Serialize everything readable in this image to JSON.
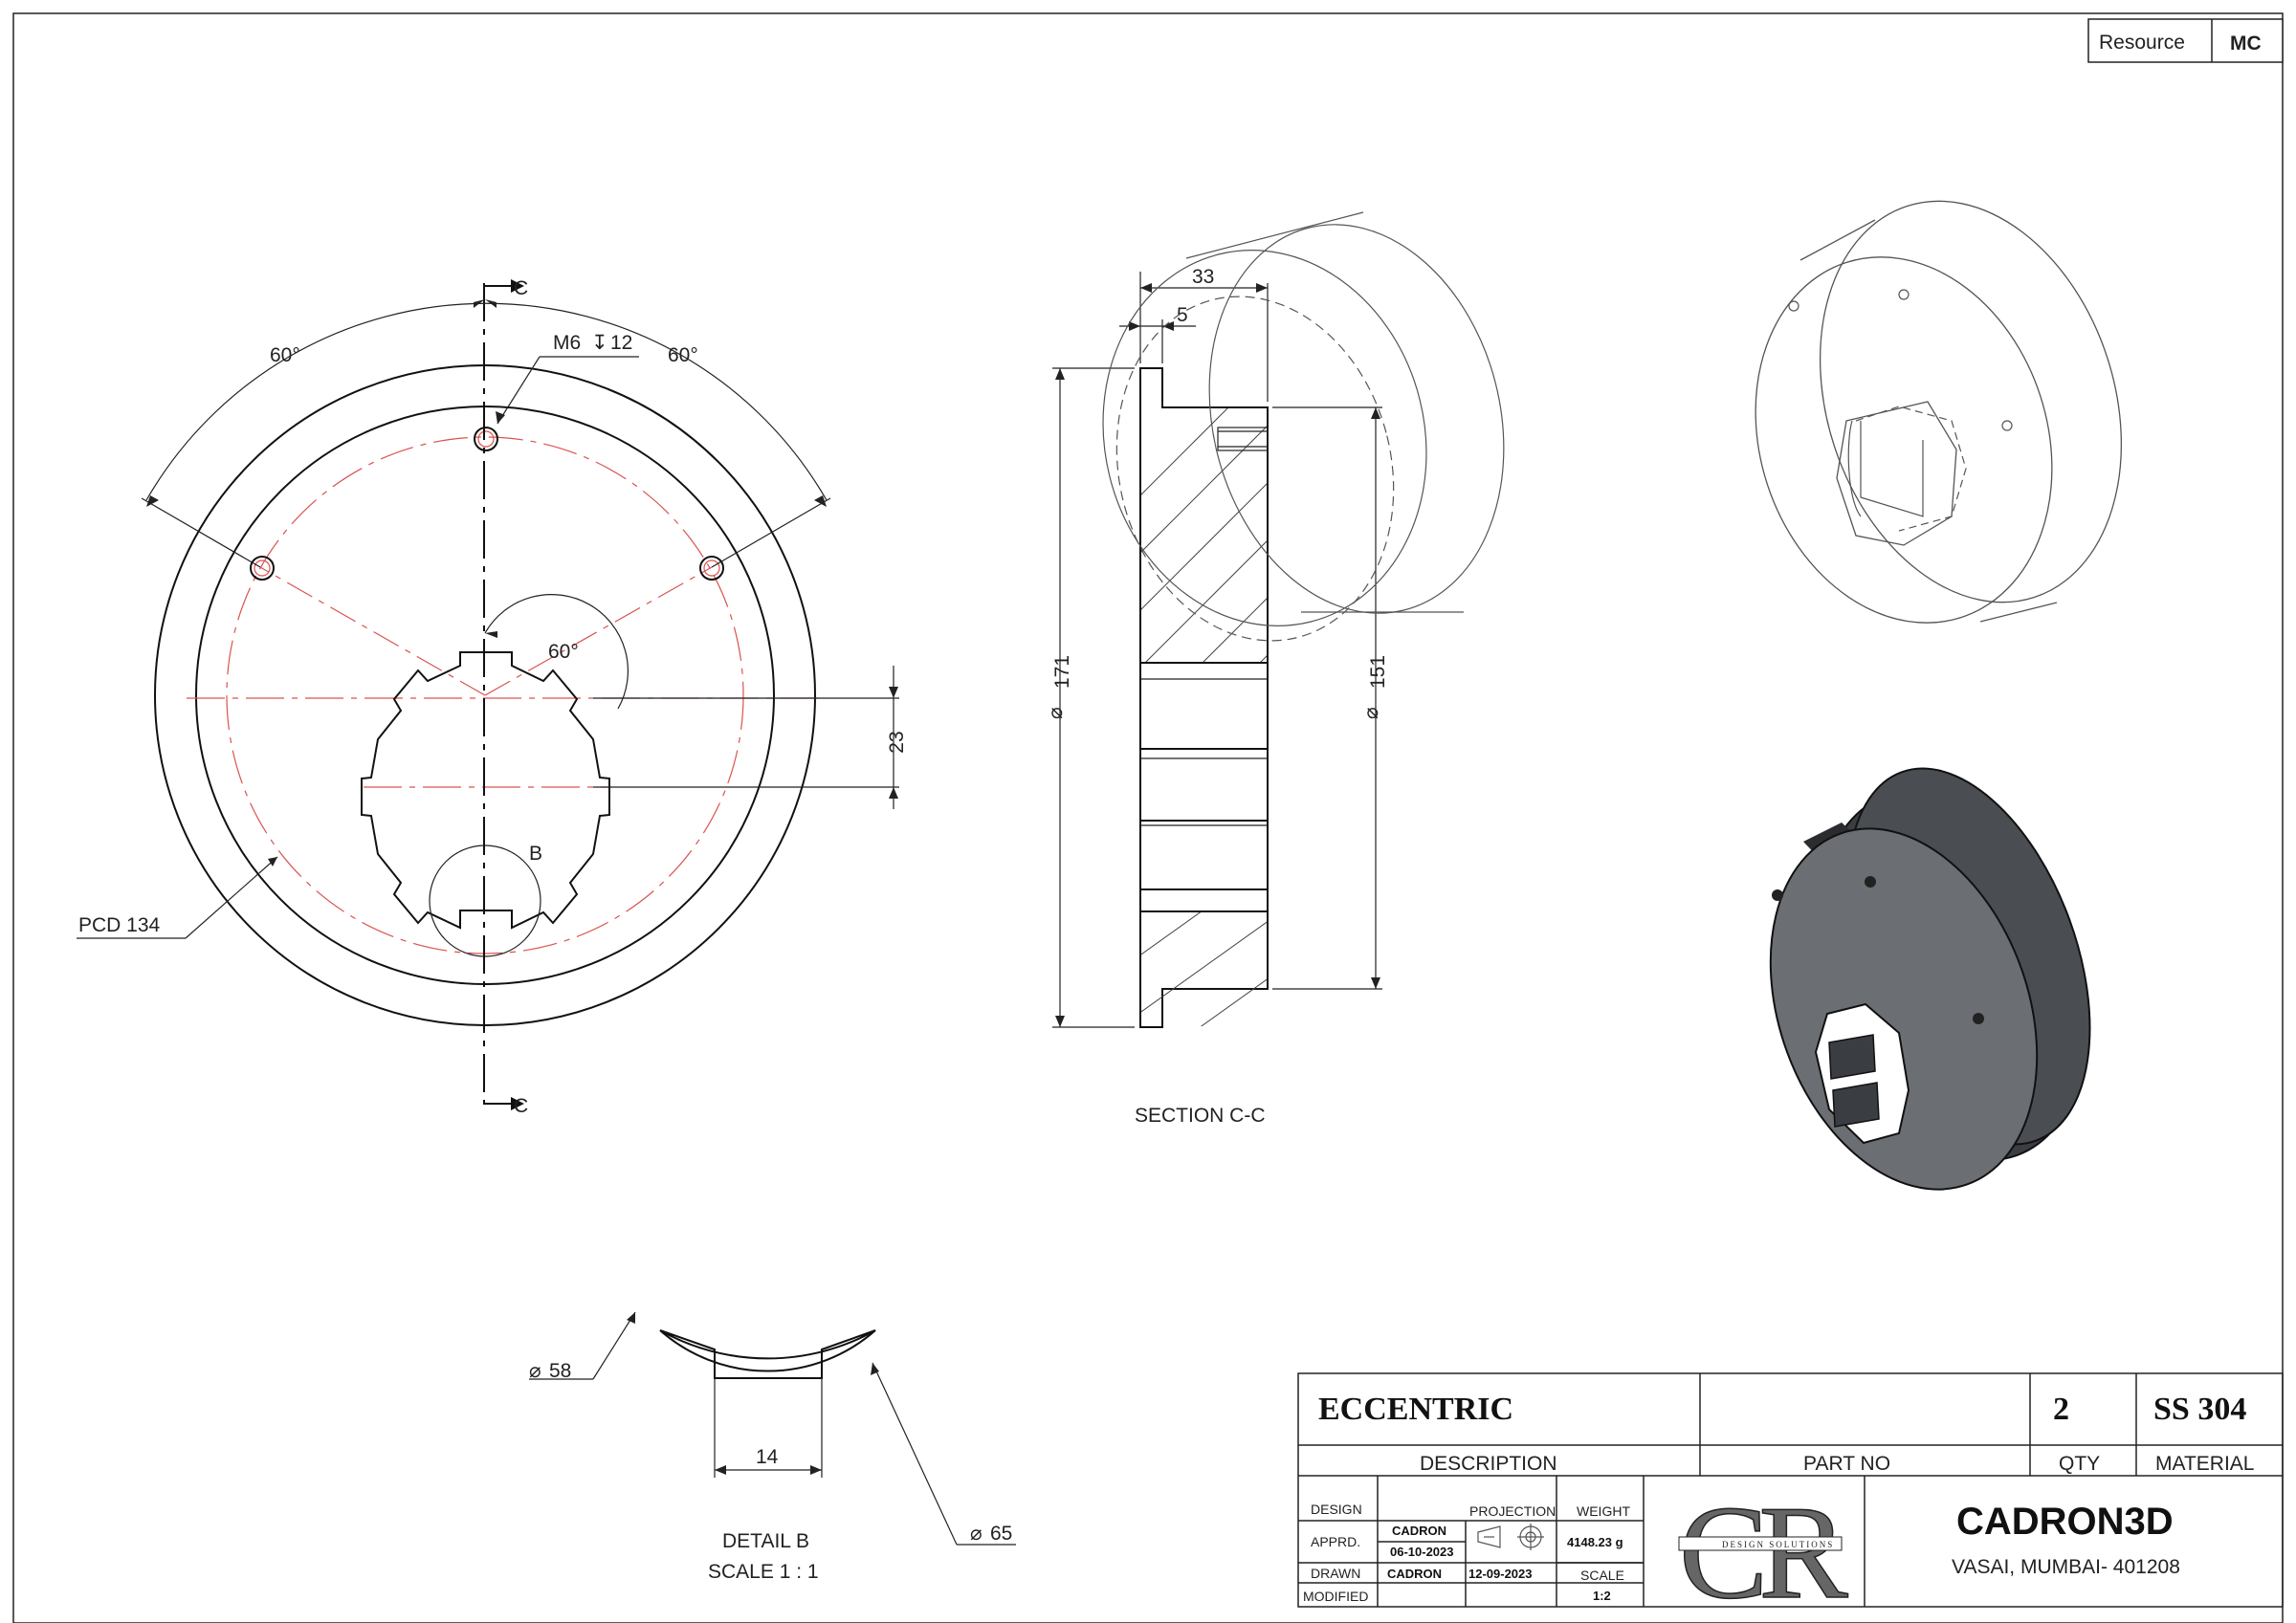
{
  "corner": {
    "resource_label": "Resource",
    "resource_value": "MC"
  },
  "front_view": {
    "angle_left": "60°",
    "angle_right": "60°",
    "angle_inner": "60°",
    "hole_callout": "M6",
    "hole_depth": "12",
    "section_mark_top": "C",
    "section_mark_bottom": "C",
    "dim_23": "23",
    "pcd": "PCD 134",
    "detail_marker": "B"
  },
  "section_view": {
    "dim_33": "33",
    "dim_5": "5",
    "dia_171": "171",
    "dia_151": "151",
    "title": "SECTION C-C"
  },
  "detail_view": {
    "dia_58": "58",
    "dia_65": "65",
    "width_14": "14",
    "title": "DETAIL B",
    "scale": "SCALE 1 : 1"
  },
  "title_block": {
    "part_title": "ECCENTRIC",
    "qty_value": "2",
    "material_value": "SS 304",
    "description_label": "DESCRIPTION",
    "part_no_label": "PART NO",
    "qty_label": "QTY",
    "material_label": "MATERIAL",
    "design_label": "DESIGN",
    "apprd_label": "APPRD.",
    "drawn_label": "DRAWN",
    "modified_label": "MODIFIED",
    "design_by": "CADRON",
    "apprd_date": "06-10-2023",
    "drawn_by": "CADRON",
    "drawn_date": "12-09-2023",
    "projection_label": "PROJECTION",
    "weight_label": "WEIGHT",
    "weight_value": "4148.23 g",
    "scale_label": "SCALE",
    "scale_value": "1:2",
    "logo_text": "CR",
    "logo_subtext": "DESIGN SOLUTIONS",
    "company": "CADRON3D",
    "address": "VASAI, MUMBAI- 401208"
  }
}
